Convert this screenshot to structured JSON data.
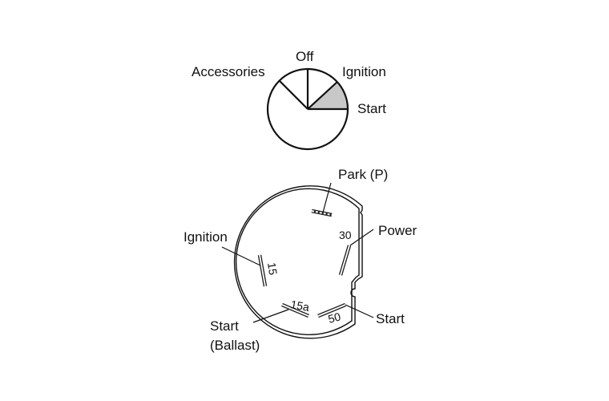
{
  "switch_positions": {
    "off": "Off",
    "accessories": "Accessories",
    "ignition": "Ignition",
    "start": "Start"
  },
  "terminals": {
    "park": "Park (P)",
    "power_label": "Power",
    "power_num": "30",
    "ignition_label": "Ignition",
    "ignition_num": "15",
    "start_ballast_line1": "Start",
    "start_ballast_line2": "(Ballast)",
    "start_ballast_num": "15a",
    "start_label": "Start",
    "start_num": "50"
  },
  "colors": {
    "start_wedge": "#c8c8c8",
    "line": "#111111"
  }
}
